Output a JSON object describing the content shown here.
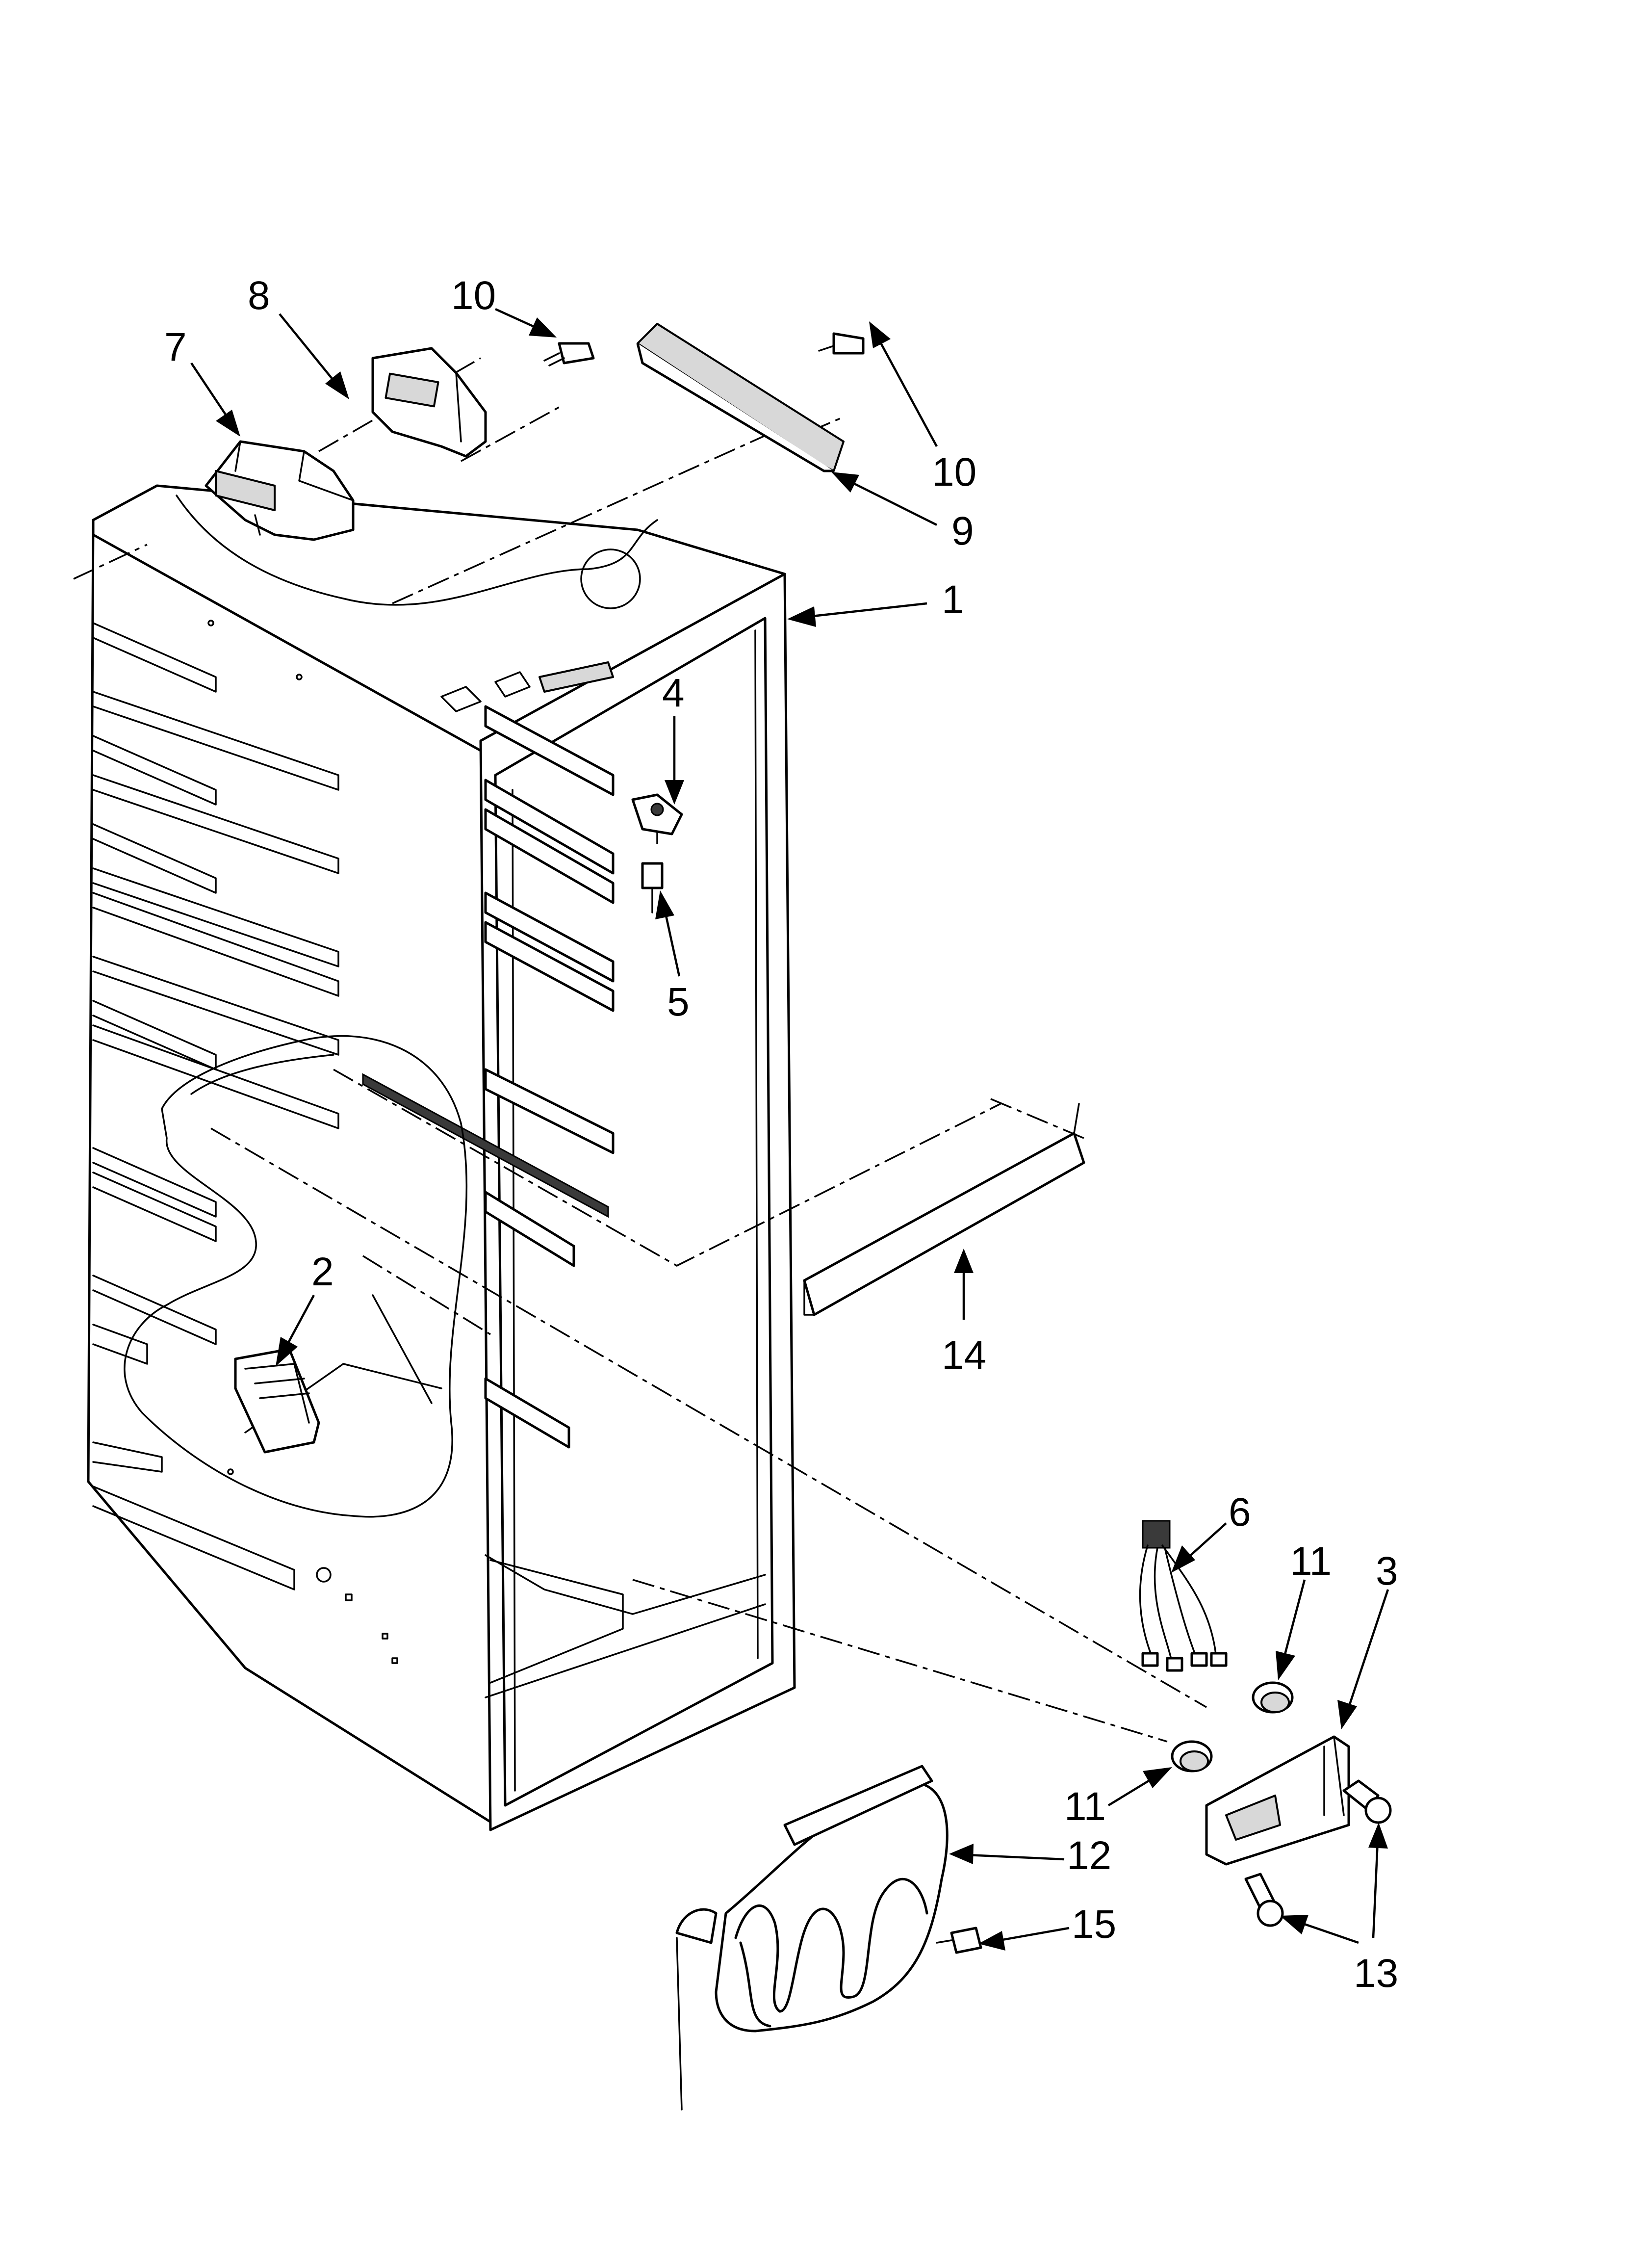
{
  "callouts": [
    {
      "id": "1",
      "text": "1"
    },
    {
      "id": "2",
      "text": "2"
    },
    {
      "id": "3",
      "text": "3"
    },
    {
      "id": "4",
      "text": "4"
    },
    {
      "id": "5",
      "text": "5"
    },
    {
      "id": "6",
      "text": "6"
    },
    {
      "id": "7",
      "text": "7"
    },
    {
      "id": "8",
      "text": "8"
    },
    {
      "id": "9",
      "text": "9"
    },
    {
      "id": "10a",
      "text": "10"
    },
    {
      "id": "10b",
      "text": "10"
    },
    {
      "id": "11a",
      "text": "11"
    },
    {
      "id": "11b",
      "text": "11"
    },
    {
      "id": "12",
      "text": "12"
    },
    {
      "id": "13",
      "text": "13"
    },
    {
      "id": "14",
      "text": "14"
    },
    {
      "id": "15",
      "text": "15"
    }
  ]
}
